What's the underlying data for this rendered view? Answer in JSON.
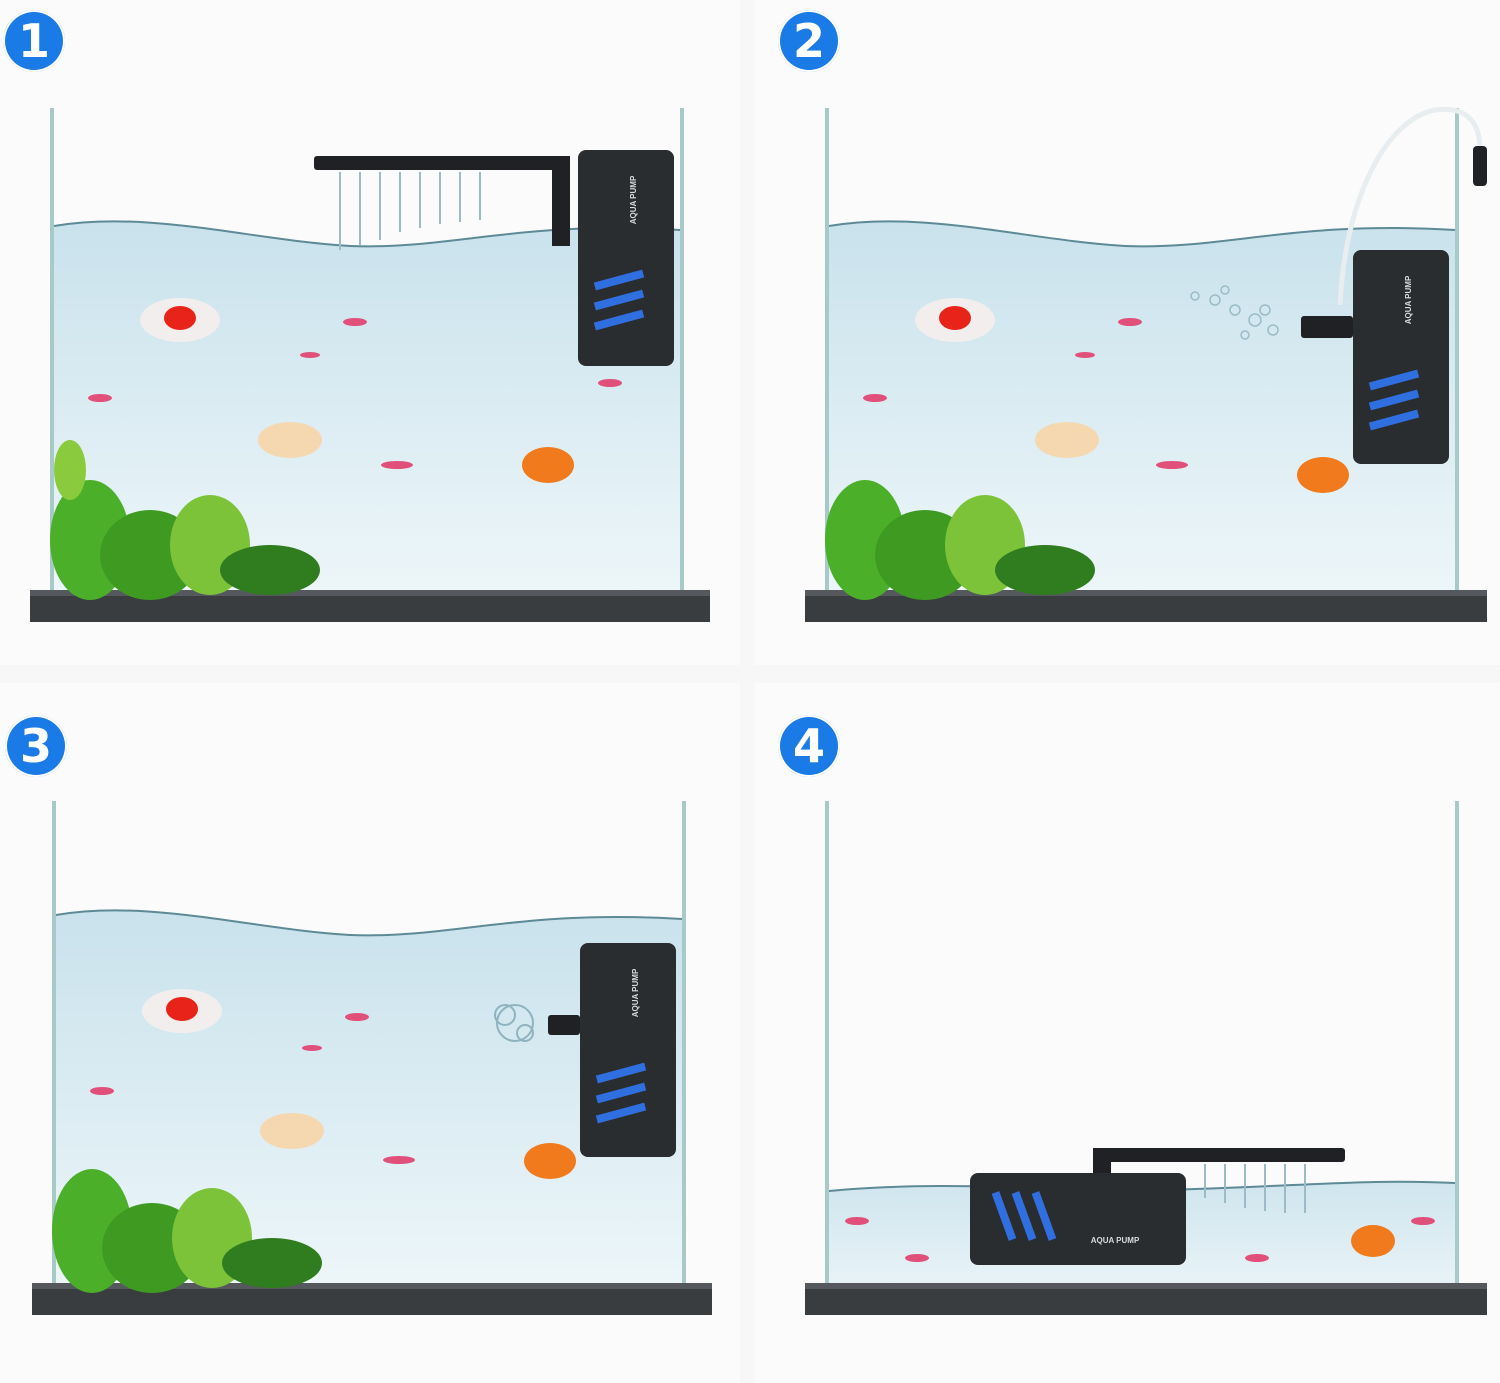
{
  "colors": {
    "badge": "#1a7be6",
    "water_top": "#cfe6ef",
    "water_bottom": "#e8f3f7",
    "glass_edge": "#9fc3c2",
    "base": "#3a3d40",
    "pump_body": "#2a2d30",
    "pump_accent": "#2f6fe0",
    "plant": "#4caf2a",
    "fish_orange": "#f07a1c",
    "fish_pink": "#e0507a"
  },
  "panels": [
    {
      "number": "1",
      "pump_label": "AQUA PUMP",
      "mode": "spray-bar"
    },
    {
      "number": "2",
      "pump_label": "AQUA PUMP",
      "mode": "air-tube"
    },
    {
      "number": "3",
      "pump_label": "AQUA PUMP",
      "mode": "direct-outlet"
    },
    {
      "number": "4",
      "pump_label": "AQUA PUMP",
      "mode": "horizontal-low-water"
    }
  ]
}
